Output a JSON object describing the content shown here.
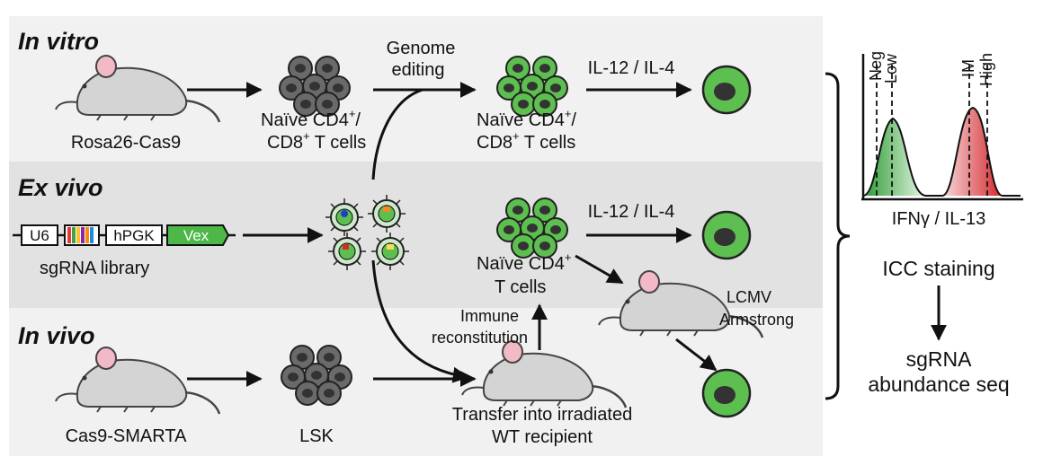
{
  "sections": {
    "in_vitro": "In vitro",
    "ex_vivo": "Ex vivo",
    "in_vivo": "In vivo"
  },
  "in_vitro": {
    "mouse_label": "Rosa26-Cas9",
    "naive_line1": "Naïve CD4",
    "naive_line1_sup": "+",
    "naive_line1_end": "/",
    "naive_line2": "CD8",
    "naive_line2_sup": "+",
    "naive_line2_end": " T cells",
    "edit_line1": "Genome",
    "edit_line2": "editing",
    "edited_line1": "Naïve CD4",
    "edited_line1_sup": "+",
    "edited_line1_end": "/",
    "edited_line2": "CD8",
    "edited_line2_sup": "+",
    "edited_line2_end": " T cells",
    "cytokine": "IL-12 / IL-4"
  },
  "ex_vivo": {
    "construct": {
      "u6": "U6",
      "hpgk": "hPGK",
      "vex": "Vex"
    },
    "library_label": "sgRNA library",
    "cytokine": "IL-12 / IL-4",
    "naive_line1": "Naïve CD4",
    "naive_line1_sup": "+",
    "naive_line2": "T cells",
    "lcmv_line1": "LCMV",
    "lcmv_line2": "Armstrong"
  },
  "in_vivo": {
    "mouse_label": "Cas9-SMARTA",
    "lsk_label": "LSK",
    "immune_line1": "Immune",
    "immune_line2": "reconstitution",
    "transfer_line1": "Transfer into irradiated",
    "transfer_line2": "WT recipient"
  },
  "readout": {
    "gates": [
      "Neg",
      "Low",
      "IM",
      "High"
    ],
    "histogram_label": "IFNγ / IL-13",
    "icc": "ICC staining",
    "seq_line1": "sgRNA",
    "seq_line2": "abundance seq"
  },
  "colors": {
    "panel_light": "#f1f1f1",
    "panel_mid": "#e2e2e2",
    "cell_green": "#5cbf4f",
    "cell_gray": "#6a6a6a",
    "mouse_fill": "#d4d4d4",
    "vex_green": "#4db848",
    "hist_green": "#6cc466",
    "hist_red": "#e2464a"
  }
}
